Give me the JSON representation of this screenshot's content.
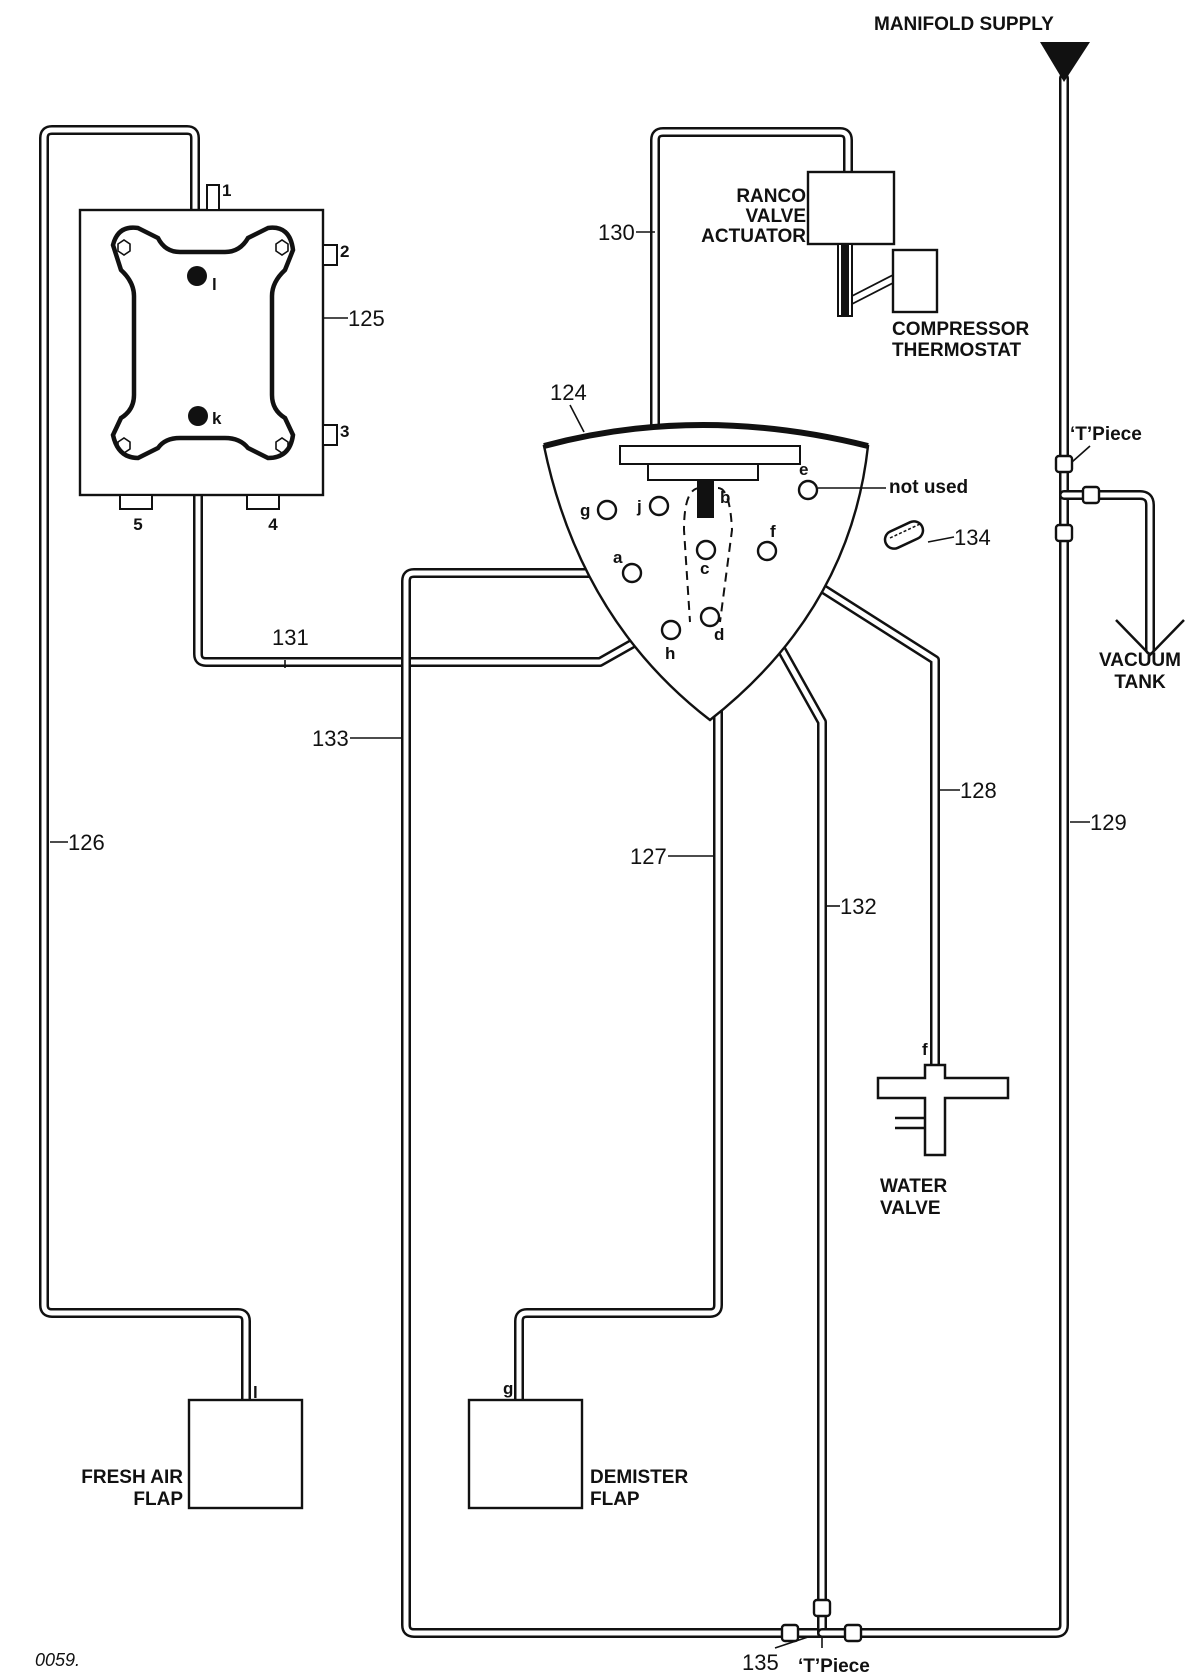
{
  "labels": {
    "manifold_supply": "MANIFOLD SUPPLY",
    "ranco_line1": "RANCO",
    "ranco_line2": "VALVE",
    "ranco_line3": "ACTUATOR",
    "compressor_line1": "COMPRESSOR",
    "compressor_line2": "THERMOSTAT",
    "not_used": "not used",
    "t_piece_top": "‘T’Piece",
    "t_piece_bottom": "‘T’Piece",
    "vacuum_tank_line1": "VACUUM",
    "vacuum_tank_line2": "TANK",
    "water_valve_line1": "WATER",
    "water_valve_line2": "VALVE",
    "fresh_air_line1": "FRESH AIR",
    "fresh_air_line2": "FLAP",
    "demister_line1": "DEMISTER",
    "demister_line2": "FLAP",
    "footer_code": "0059."
  },
  "part_numbers": {
    "p124": "124",
    "p125": "125",
    "p126": "126",
    "p127": "127",
    "p128": "128",
    "p129": "129",
    "p130": "130",
    "p131": "131",
    "p132": "132",
    "p133": "133",
    "p134": "134",
    "p135": "135"
  },
  "terminals": {
    "t1": "1",
    "t2": "2",
    "t3": "3",
    "t4": "4",
    "t5": "5"
  },
  "ports": {
    "a": "a",
    "b": "b",
    "c": "c",
    "d": "d",
    "e": "e",
    "f": "f",
    "g": "g",
    "h": "h",
    "j": "j",
    "k": "k",
    "l": "l",
    "water_f": "f",
    "fresh_l": "l",
    "demister_g": "g"
  }
}
